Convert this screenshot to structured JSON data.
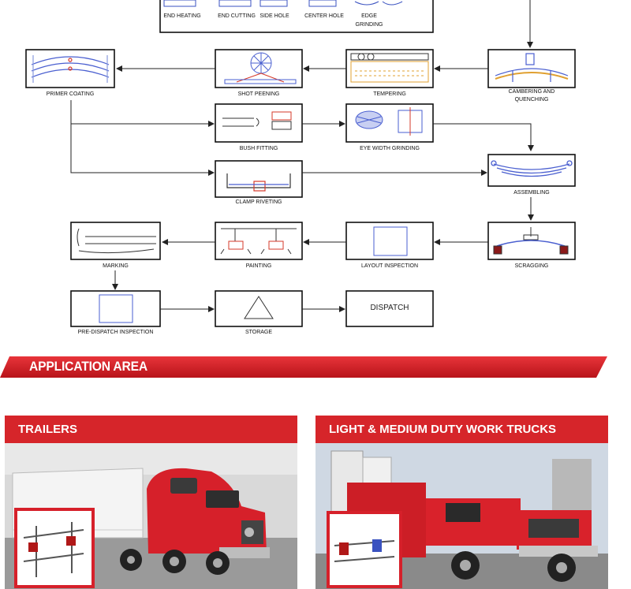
{
  "process": {
    "top_steps": [
      "END HEATING",
      "END CUTTING",
      "SIDE HOLE",
      "CENTER HOLE",
      "EDGE",
      "GRINDING"
    ],
    "primer_coating": "PRIMER COATING",
    "shot_peening": "SHOT PEENING",
    "tempering": "TEMPERING",
    "cambering_1": "CAMBERING AND",
    "cambering_2": "QUENCHING",
    "bush_fitting": "BUSH FITTING",
    "eye_width_grinding": "EYE WIDTH GRINDING",
    "clamp_riveting": "CLAMP RIVETING",
    "assembling": "ASSEMBLING",
    "marking": "MARKING",
    "painting": "PAINTING",
    "layout_inspection": "LAYOUT INSPECTION",
    "scragging": "SCRAGGING",
    "pre_dispatch": "PRE-DISPATCH INSPECTION",
    "storage": "STORAGE",
    "dispatch": "DISPATCH"
  },
  "application": {
    "title": "APPLICATION AREA",
    "panels": [
      {
        "title": "TRAILERS"
      },
      {
        "title": "LIGHT & MEDIUM DUTY WORK TRUCKS"
      }
    ]
  },
  "colors": {
    "accent_red": "#d6252a",
    "box_border": "#111111",
    "diagram_blue": "#4a5fd0"
  }
}
